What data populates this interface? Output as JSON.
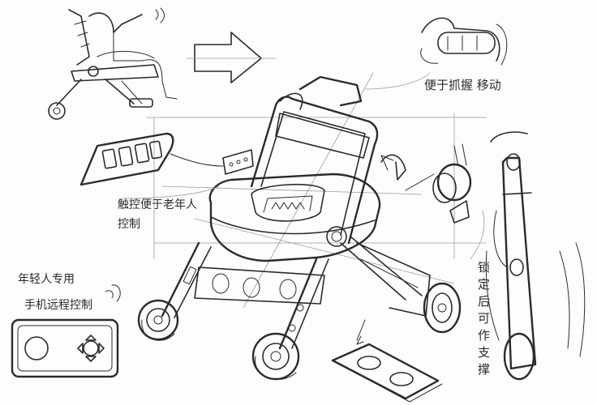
{
  "annotations": {
    "handle_move": "便于抓握 移动",
    "touch_panel_1": "触控便于老年人",
    "touch_panel_2": "控制",
    "remote_1": "年轻人专用",
    "remote_2": "手机远程控制",
    "lock_support": "锁定后可作支撑"
  },
  "colors": {
    "ink": "#2b2b2b",
    "paper": "#fdfdfd",
    "guide": "#9a9a9a"
  }
}
